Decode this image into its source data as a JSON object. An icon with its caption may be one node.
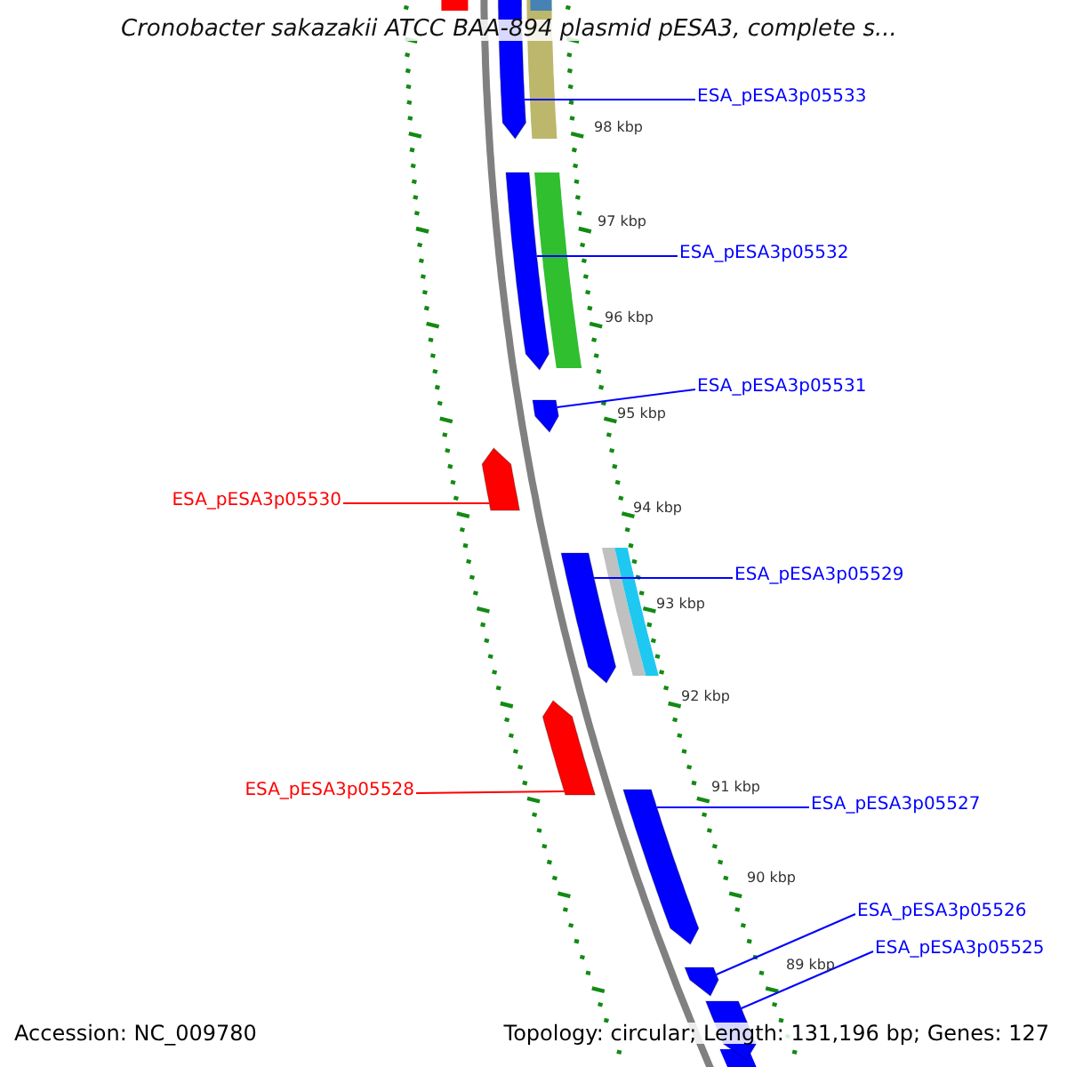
{
  "diagram": {
    "title": "Cronobacter sakazakii ATCC BAA-894 plasmid pESA3, complete s...",
    "nodes": [
      {
        "text": [
          "ESA_pESA3p05533"
        ]
      },
      {
        "text": [],
        "shape": "arrow"
      },
      {
        "text": [
          "ESA_pESA3p05532"
        ]
      },
      {
        "text": [],
        "shape": "arrow"
      },
      {
        "text": [
          "ESA_pESA3p05531"
        ]
      },
      {
        "text": [],
        "shape": "arrow"
      },
      {
        "text": [
          "ESA_pESA3p05530"
        ]
      },
      {
        "text": [],
        "shape": "arrow"
      },
      {
        "text": [
          "ESA_pESA3p05529"
        ]
      },
      {
        "text": [],
        "shape": "arrow"
      },
      {
        "text": [
          "ESA_pESA3p05528"
        ]
      },
      {
        "text": [],
        "shape": "arrow"
      },
      {
        "text": [
          "ESA_pESA3p05527"
        ]
      },
      {
        "text": [],
        "shape": "arrow"
      },
      {
        "text": [
          "ESA_pESA3p05526"
        ]
      },
      {
        "text": [],
        "shape": "arrow"
      },
      {
        "text": [
          "ESA_pESA3p05525"
        ]
      },
      {
        "text": [],
        "shape": "arrow"
      }
    ],
    "edges": [
      {
        "from": 0,
        "to": 1,
        "arrow": "none"
      },
      {
        "from": 2,
        "to": 3,
        "arrow": "none"
      },
      {
        "from": 4,
        "to": 5,
        "arrow": "none"
      },
      {
        "from": 6,
        "to": 7,
        "arrow": "none",
        "color": "#ff0000"
      },
      {
        "from": 8,
        "to": 9,
        "arrow": "none"
      },
      {
        "from": 10,
        "to": 11,
        "arrow": "none",
        "color": "#ff0000"
      },
      {
        "from": 12,
        "to": 13,
        "arrow": "none"
      },
      {
        "from": 14,
        "to": 15,
        "arrow": "none"
      },
      {
        "from": 16,
        "to": 17,
        "arrow": "none"
      }
    ],
    "labels": [
      "98 kbp",
      "97 kbp",
      "96 kbp",
      "95 kbp",
      "94 kbp",
      "93 kbp",
      "92 kbp",
      "91 kbp",
      "90 kbp",
      "89 kbp",
      "Accession: NC_009780",
      "Topology: circular; Length: 131,196 bp; Genes: 127"
    ]
  }
}
